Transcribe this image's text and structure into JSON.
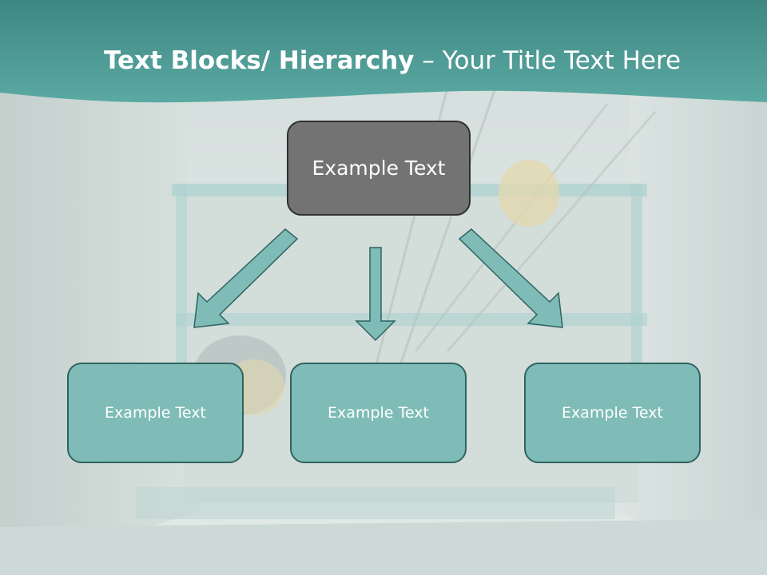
{
  "title": {
    "bold_part": "Text Blocks/ Hierarchy",
    "separator": " – ",
    "rest_part": "Your Title Text Here"
  },
  "hierarchy": {
    "top": "Example Text",
    "children": [
      "Example Text",
      "Example Text",
      "Example Text"
    ]
  },
  "colors": {
    "header_teal": "#4f9e99",
    "top_box_fill": "#737373",
    "child_box_fill": "#7fbcb7",
    "arrow_fill": "#7fbcb7"
  }
}
